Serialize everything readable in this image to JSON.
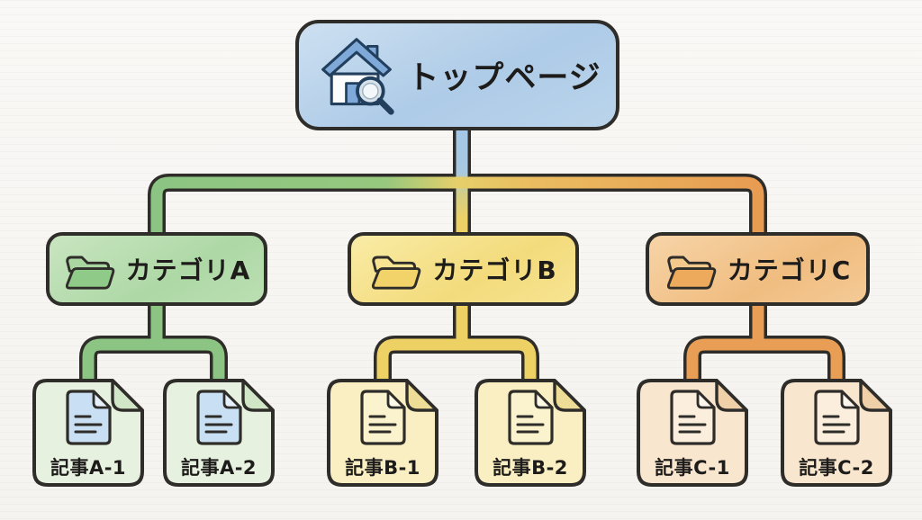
{
  "diagram": {
    "type": "site-structure-tree",
    "outline_color": "#2f2d2a",
    "background_color": "#f7f5f2",
    "root": {
      "label": "トップページ",
      "icon": "home-search-icon",
      "fill": "#b7d3ea",
      "connector_color": "#a3c7e8"
    },
    "categories": [
      {
        "label": "カテゴリA",
        "icon": "folder-icon",
        "fill": "#b8dcb0",
        "connector_color": "#8cc583",
        "articles": [
          {
            "label": "記事A-1",
            "icon": "document-icon"
          },
          {
            "label": "記事A-2",
            "icon": "document-icon"
          }
        ]
      },
      {
        "label": "カテゴリB",
        "icon": "folder-icon",
        "fill": "#f5e08a",
        "connector_color": "#eed164",
        "articles": [
          {
            "label": "記事B-1",
            "icon": "document-icon"
          },
          {
            "label": "記事B-2",
            "icon": "document-icon"
          }
        ]
      },
      {
        "label": "カテゴリC",
        "icon": "folder-icon",
        "fill": "#f2c793",
        "connector_color": "#e89e54",
        "articles": [
          {
            "label": "記事C-1",
            "icon": "document-icon"
          },
          {
            "label": "記事C-2",
            "icon": "document-icon"
          }
        ]
      }
    ]
  }
}
